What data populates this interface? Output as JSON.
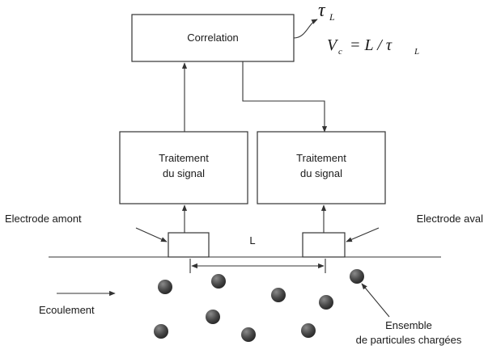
{
  "correlation_box": {
    "label": "Correlation"
  },
  "processing_left": {
    "line1": "Traitement",
    "line2": "du signal"
  },
  "processing_right": {
    "line1": "Traitement",
    "line2": "du signal"
  },
  "electrode_upstream": {
    "label": "Electrode amont"
  },
  "electrode_downstream": {
    "label": "Electrode aval"
  },
  "distance": {
    "label": "L"
  },
  "flow": {
    "label": "Ecoulement"
  },
  "particles": {
    "line1": "Ensemble",
    "line2": "de particules chargées"
  },
  "output": {
    "tau": "τ",
    "tau_sub": "L",
    "vc": "V",
    "vc_sub": "c",
    "vc_rhs": "= L / τ",
    "vc_rhs_sub": "L"
  },
  "colors": {
    "stroke": "#333333",
    "particle": "#4a4a4a"
  }
}
